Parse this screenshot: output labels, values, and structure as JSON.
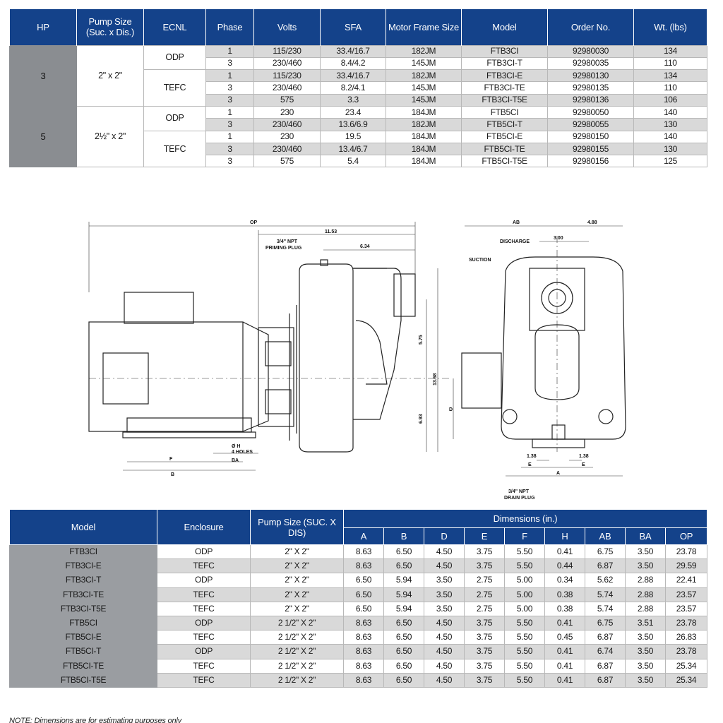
{
  "spec_table": {
    "headers": [
      "HP",
      "Pump Size",
      "(Suc. x Dis.)",
      "ECNL",
      "Phase",
      "Volts",
      "SFA",
      "Motor Frame Size",
      "Model",
      "Order No.",
      "Wt. (lbs)"
    ],
    "groups": [
      {
        "hp": "3",
        "pump_size": "2\" x 2\"",
        "enclosures": [
          {
            "name": "ODP",
            "rows": [
              [
                "1",
                "115/230",
                "33.4/16.7",
                "182JM",
                "FTB3CI",
                "92980030",
                "134"
              ],
              [
                "3",
                "230/460",
                "8.4/4.2",
                "145JM",
                "FTB3CI-T",
                "92980035",
                "110"
              ]
            ]
          },
          {
            "name": "TEFC",
            "rows": [
              [
                "1",
                "115/230",
                "33.4/16.7",
                "182JM",
                "FTB3CI-E",
                "92980130",
                "134"
              ],
              [
                "3",
                "230/460",
                "8.2/4.1",
                "145JM",
                "FTB3CI-TE",
                "92980135",
                "110"
              ],
              [
                "3",
                "575",
                "3.3",
                "145JM",
                "FTB3CI-T5E",
                "92980136",
                "106"
              ]
            ]
          }
        ]
      },
      {
        "hp": "5",
        "pump_size": "2½\" x 2\"",
        "enclosures": [
          {
            "name": "ODP",
            "rows": [
              [
                "1",
                "230",
                "23.4",
                "184JM",
                "FTB5CI",
                "92980050",
                "140"
              ],
              [
                "3",
                "230/460",
                "13.6/6.9",
                "182JM",
                "FTB5CI-T",
                "92980055",
                "130"
              ]
            ]
          },
          {
            "name": "TEFC",
            "rows": [
              [
                "1",
                "230",
                "19.5",
                "184JM",
                "FTB5CI-E",
                "92980150",
                "140"
              ],
              [
                "3",
                "230/460",
                "13.4/6.7",
                "184JM",
                "FTB5CI-TE",
                "92980155",
                "130"
              ],
              [
                "3",
                "575",
                "5.4",
                "184JM",
                "FTB5CI-T5E",
                "92980156",
                "125"
              ]
            ]
          }
        ]
      }
    ]
  },
  "drawing": {
    "labels": {
      "op": "OP",
      "dim_11_53": "11.53",
      "priming_plug_1": "3/4\" NPT",
      "priming_plug_2": "PRIMING PLUG",
      "dim_6_34": "6.34",
      "dim_5_75": "5.75",
      "dim_13_68": "13.68",
      "dim_6_93": "6.93",
      "hole_1": "Ø H",
      "hole_2": "4 HOLES",
      "f": "F",
      "b": "B",
      "ba": "BA",
      "ab": "AB",
      "dim_4_88": "4.88",
      "discharge": "DISCHARGE",
      "dim_3_00": "3.00",
      "suction": "SUCTION",
      "d": "D",
      "dim_1_38_left": "1.38",
      "dim_1_38_right": "1.38",
      "e_left": "E",
      "e_right": "E",
      "a": "A",
      "drain_plug_1": "3/4\" NPT",
      "drain_plug_2": "DRAIN PLUG"
    }
  },
  "dim_table": {
    "headers": {
      "model": "Model",
      "enclosure": "Enclosure",
      "pump_size": "Pump Size (SUC. X DIS)",
      "dimensions": "Dimensions (in.)",
      "cols": [
        "A",
        "B",
        "D",
        "E",
        "F",
        "H",
        "AB",
        "BA",
        "OP"
      ]
    },
    "rows": [
      [
        "FTB3CI",
        "ODP",
        "2\" X 2\"",
        "8.63",
        "6.50",
        "4.50",
        "3.75",
        "5.50",
        "0.41",
        "6.75",
        "3.50",
        "23.78"
      ],
      [
        "FTB3CI-E",
        "TEFC",
        "2\" X 2\"",
        "8.63",
        "6.50",
        "4.50",
        "3.75",
        "5.50",
        "0.44",
        "6.87",
        "3.50",
        "29.59"
      ],
      [
        "FTB3CI-T",
        "ODP",
        "2\" X 2\"",
        "6.50",
        "5.94",
        "3.50",
        "2.75",
        "5.00",
        "0.34",
        "5.62",
        "2.88",
        "22.41"
      ],
      [
        "FTB3CI-TE",
        "TEFC",
        "2\" X 2\"",
        "6.50",
        "5.94",
        "3.50",
        "2.75",
        "5.00",
        "0.38",
        "5.74",
        "2.88",
        "23.57"
      ],
      [
        "FTB3CI-T5E",
        "TEFC",
        "2\" X 2\"",
        "6.50",
        "5.94",
        "3.50",
        "2.75",
        "5.00",
        "0.38",
        "5.74",
        "2.88",
        "23.57"
      ],
      [
        "FTB5CI",
        "ODP",
        "2 1/2\" X 2\"",
        "8.63",
        "6.50",
        "4.50",
        "3.75",
        "5.50",
        "0.41",
        "6.75",
        "3.51",
        "23.78"
      ],
      [
        "FTB5CI-E",
        "TEFC",
        "2 1/2\" X 2\"",
        "8.63",
        "6.50",
        "4.50",
        "3.75",
        "5.50",
        "0.45",
        "6.87",
        "3.50",
        "26.83"
      ],
      [
        "FTB5CI-T",
        "ODP",
        "2 1/2\" X 2\"",
        "8.63",
        "6.50",
        "4.50",
        "3.75",
        "5.50",
        "0.41",
        "6.74",
        "3.50",
        "23.78"
      ],
      [
        "FTB5CI-TE",
        "TEFC",
        "2 1/2\" X 2\"",
        "8.63",
        "6.50",
        "4.50",
        "3.75",
        "5.50",
        "0.41",
        "6.87",
        "3.50",
        "25.34"
      ],
      [
        "FTB5CI-T5E",
        "TEFC",
        "2 1/2\" X 2\"",
        "8.63",
        "6.50",
        "4.50",
        "3.75",
        "5.50",
        "0.41",
        "6.87",
        "3.50",
        "25.34"
      ]
    ]
  },
  "note": "NOTE: Dimensions are for estimating purposes only",
  "colors": {
    "header_blue": "#14428a",
    "hp_gray": "#8a8d91",
    "row_shade": "#d9d9d9"
  }
}
